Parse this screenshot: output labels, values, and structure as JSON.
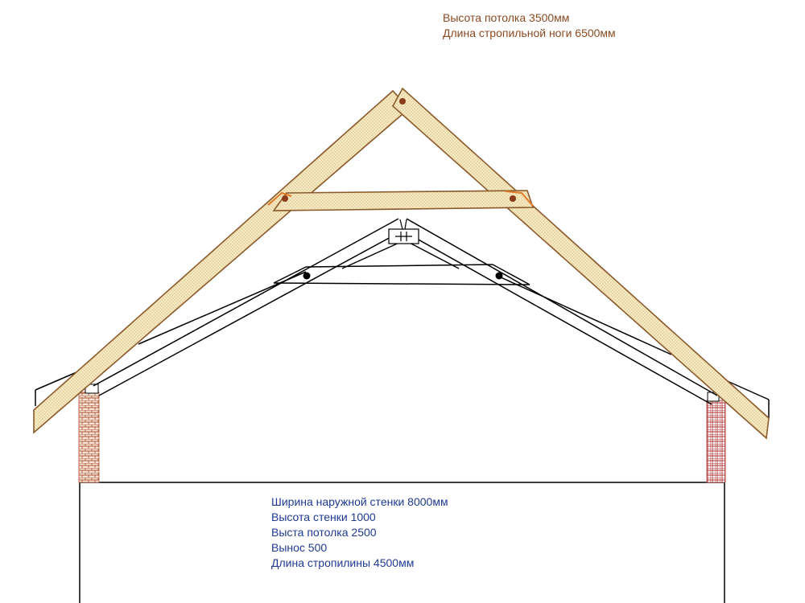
{
  "top_notes": [
    "Высота потолка 3500мм",
    "Длина стропильной ноги 6500мм"
  ],
  "bottom_notes": [
    "Ширина наружной стенки 8000мм",
    "Высота стенки 1000",
    "Выста потолка  2500",
    "Вынос 500",
    "Длина стропилины 4500мм"
  ],
  "colors": {
    "top_text": "#8a4a22",
    "bottom_text": "#1f3a93",
    "timber_fill": "#f3e6b8",
    "timber_edge": "#8b5a2b",
    "joint": "#8b3a1a",
    "brick_left": "#b5573d",
    "brick_right": "#b03a3a",
    "line": "#000000"
  }
}
